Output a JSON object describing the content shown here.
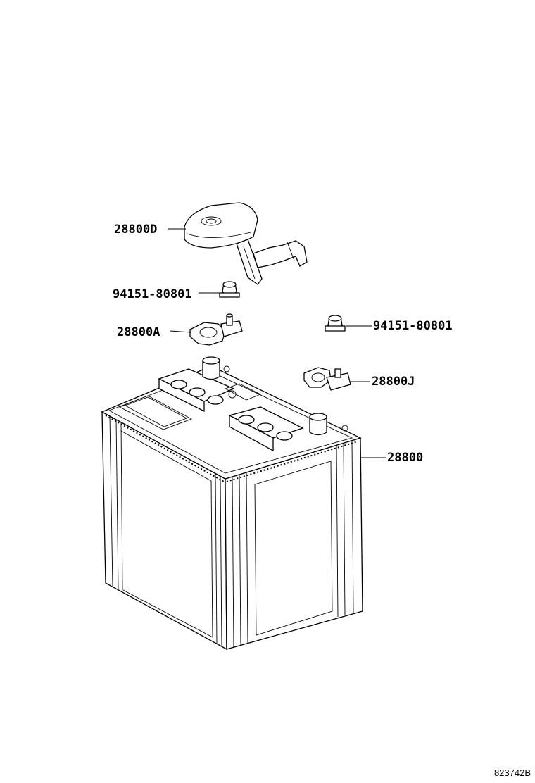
{
  "callouts": {
    "terminal_cover": "28800D",
    "nut_left": "94151-80801",
    "clamp_positive": "28800A",
    "nut_right": "94151-80801",
    "clamp_negative": "28800J",
    "battery": "28800"
  },
  "figure_code": "823742B"
}
